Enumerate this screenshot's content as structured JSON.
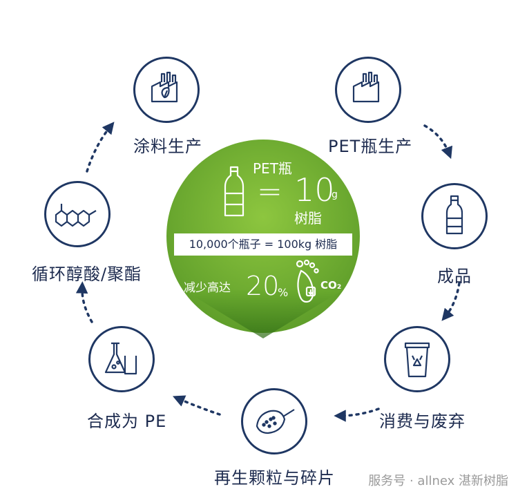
{
  "nodes": {
    "coating": {
      "label": "涂料生产",
      "icon": "factory-leaf-icon"
    },
    "pet": {
      "label": "PET瓶生产",
      "icon": "factory-icon"
    },
    "product": {
      "label": "成品",
      "icon": "bottle-icon"
    },
    "consume": {
      "label": "消费与废弃",
      "icon": "recycle-bin-icon"
    },
    "regen": {
      "label": "再生颗粒与碎片",
      "icon": "scoop-pellets-icon"
    },
    "pe": {
      "label": "合成为 PE",
      "icon": "lab-flask-icon"
    },
    "polyol": {
      "label": "循环醇酸/聚酯",
      "icon": "molecule-icon"
    }
  },
  "center": {
    "pet_bottle": "PET瓶",
    "equals": "=",
    "num": "10",
    "unit": "g",
    "resin": "树脂",
    "band": "10,000个瓶子 = 100kg 树脂",
    "reduce": "减少高达",
    "percent_num": "20",
    "percent_sign": "%",
    "co2": "CO₂"
  },
  "watermark": "服务号 · allnex 湛新树脂",
  "colors": {
    "navy": "#1f3763",
    "green": "#6aab2e",
    "green_dark": "#3c7a1c"
  }
}
